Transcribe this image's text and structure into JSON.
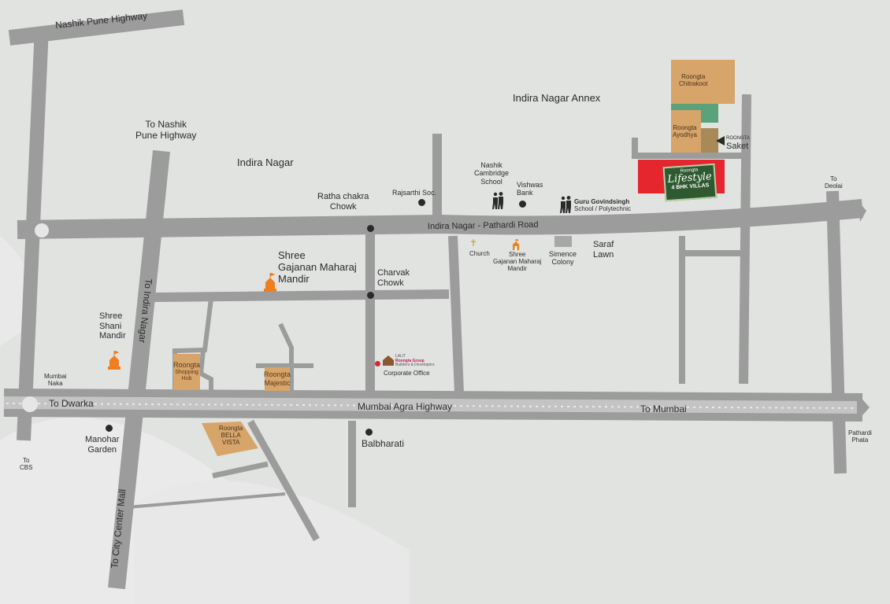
{
  "map": {
    "roads": {
      "nashik_pune_highway": "Nashik Pune Highway",
      "to_nashik_pune_highway": [
        "To Nashik",
        "Pune Highway"
      ],
      "indira_nagar_pathardi_road": "Indira Nagar - Pathardi Road",
      "mumbai_agra_highway": "Mumbai Agra Highway",
      "to_dwarka": "To Dwarka",
      "to_mumbai": "To Mumbai",
      "to_indira_nagar": "To Indira Nagar",
      "to_city_center_mall": "To  City Center Mall",
      "to_deolai": [
        "To",
        "Deolai"
      ],
      "to_cbs": [
        "To",
        "CBS"
      ]
    },
    "areas": {
      "indira_nagar": "Indira Nagar",
      "indira_nagar_annex": "Indira Nagar Annex",
      "saraf_lawn": [
        "Saraf",
        "Lawn"
      ],
      "mumbai_naka": [
        "Mumbai",
        "Naka"
      ],
      "pathardi_phata": [
        "Pathardi",
        "Phata"
      ],
      "manohar_garden": [
        "Manohar",
        "Garden"
      ],
      "balbharati": "Balbharati"
    },
    "landmarks": {
      "ratha_chakra_chowk": [
        "Ratha chakra",
        "Chowk"
      ],
      "rajsarthi_soc": "Rajsarthi Soc.",
      "nashik_cambridge_school": [
        "Nashik",
        "Cambridge",
        "School"
      ],
      "vishwas_bank": [
        "Vishwas",
        "Bank"
      ],
      "guru_govindsingh": [
        "Guru Govindsingh",
        "School / Polytechnic"
      ],
      "church": "Church",
      "shree_gajanan_small": [
        "Shree",
        "Gajanan Maharaj",
        "Mandir"
      ],
      "simence_colony": [
        "Simence",
        "Colony"
      ],
      "shree_gajanan_large": [
        "Shree",
        "Gajanan Maharaj",
        "Mandir"
      ],
      "charvak_chowk": [
        "Charvak",
        "Chowk"
      ],
      "shree_shani_mandir": [
        "Shree",
        "Shani",
        "Mandir"
      ],
      "corporate_office": "Corporate Office",
      "lalit_roongta_logo": [
        "LALIT",
        "Roongta Group",
        "Builders & Developers"
      ]
    },
    "projects": {
      "chitrakoot": [
        "Roongta",
        "Chitrakoot"
      ],
      "ayodhya": [
        "Roongta",
        "Ayodhya"
      ],
      "saket": [
        "ROONGTA",
        "Saket"
      ],
      "shopping_hub": [
        "Roongta",
        "Shopping",
        "Hub"
      ],
      "majestic": [
        "Roongta",
        "Majestic"
      ],
      "bella_vista": [
        "Roongta",
        "BELLA",
        "VISTA"
      ],
      "lifestyle": {
        "brand": "Roongta",
        "name": "Lifestyle",
        "tag": "4 BHK VILLAS"
      }
    },
    "colors": {
      "background": "#e1e3e1",
      "road": "#9b9c9b",
      "plot": "#d7a46a",
      "green_plot": "#5aa27a",
      "saket_plot": "#a88a57",
      "lifestyle_site": "#e5262f",
      "temple": "#f07d1e"
    }
  }
}
